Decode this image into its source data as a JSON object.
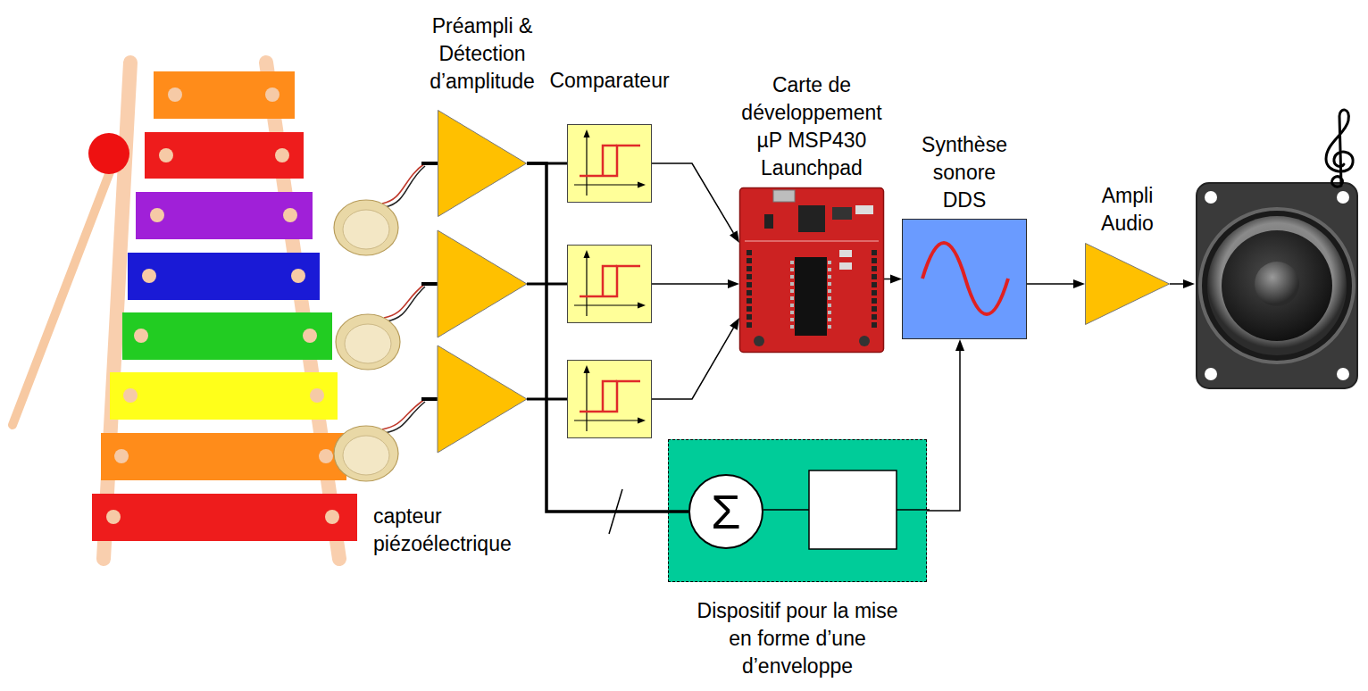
{
  "diagram": {
    "nodes": [
      {
        "text": [
          "Préampli & Détection d’amplitude"
        ]
      },
      {
        "text": [
          "Comparateur"
        ]
      },
      {
        "text": [
          "Carte de développement µP MSP430 Launchpad"
        ]
      },
      {
        "text": [
          "Synthèse sonore DDS"
        ]
      },
      {
        "text": [
          "Ampli Audio"
        ]
      },
      {
        "text": [
          "Dispositif pour la mise en forme d’une d’enveloppe"
        ]
      },
      {
        "text": [
          "Σ"
        ],
        "in": 5
      }
    ],
    "edges": [
      {
        "from": 0,
        "to": 1,
        "arrow": "none"
      },
      {
        "from": 1,
        "to": 2,
        "arrow": "to"
      },
      {
        "from": 2,
        "to": 3,
        "arrow": "to"
      },
      {
        "from": 3,
        "to": 4,
        "arrow": "to"
      },
      {
        "from": 0,
        "to": 6,
        "arrow": "none"
      },
      {
        "from": 5,
        "to": 3,
        "arrow": "to"
      }
    ],
    "labels": [
      "capteur piézoélectrique"
    ]
  }
}
